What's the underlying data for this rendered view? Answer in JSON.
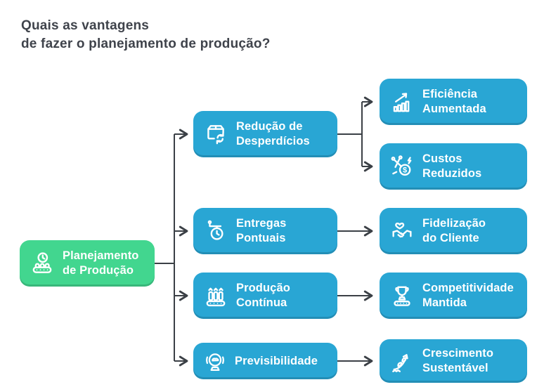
{
  "title": {
    "line1": "Quais as vantagens",
    "line2": "de fazer o planejamento de produção?"
  },
  "colors": {
    "root_green": "#42d68f",
    "node_blue": "#29a6d4",
    "title_text": "#3f434b",
    "connector": "#3b4046",
    "node_text": "#ffffff",
    "background": "#ffffff"
  },
  "root": {
    "label_line1": "Planejamento",
    "label_line2": "de Produção",
    "icon": "production-planning-icon"
  },
  "branches": [
    {
      "label_line1": "Redução de",
      "label_line2": "Desperdícios",
      "icon": "waste-reduction-icon",
      "outcomes": [
        {
          "label_line1": "Eficiência",
          "label_line2": "Aumentada",
          "icon": "efficiency-chart-icon"
        },
        {
          "label_line1": "Custos",
          "label_line2": "Reduzidos",
          "icon": "cost-cut-icon"
        }
      ]
    },
    {
      "label_line1": "Entregas",
      "label_line2": "Pontuais",
      "icon": "delivery-clock-icon",
      "outcomes": [
        {
          "label_line1": "Fidelização",
          "label_line2": "do Cliente",
          "icon": "loyalty-heart-handshake-icon"
        }
      ]
    },
    {
      "label_line1": "Produção",
      "label_line2": "Contínua",
      "icon": "production-line-icon",
      "outcomes": [
        {
          "label_line1": "Competitividade",
          "label_line2": "Mantida",
          "icon": "trophy-conveyor-icon"
        }
      ]
    },
    {
      "label_line1": "Previsibilidade",
      "label_line2": "",
      "icon": "crystal-ball-icon",
      "outcomes": [
        {
          "label_line1": "Crescimento",
          "label_line2": "Sustentável",
          "icon": "sustainable-growth-icon"
        }
      ]
    }
  ]
}
